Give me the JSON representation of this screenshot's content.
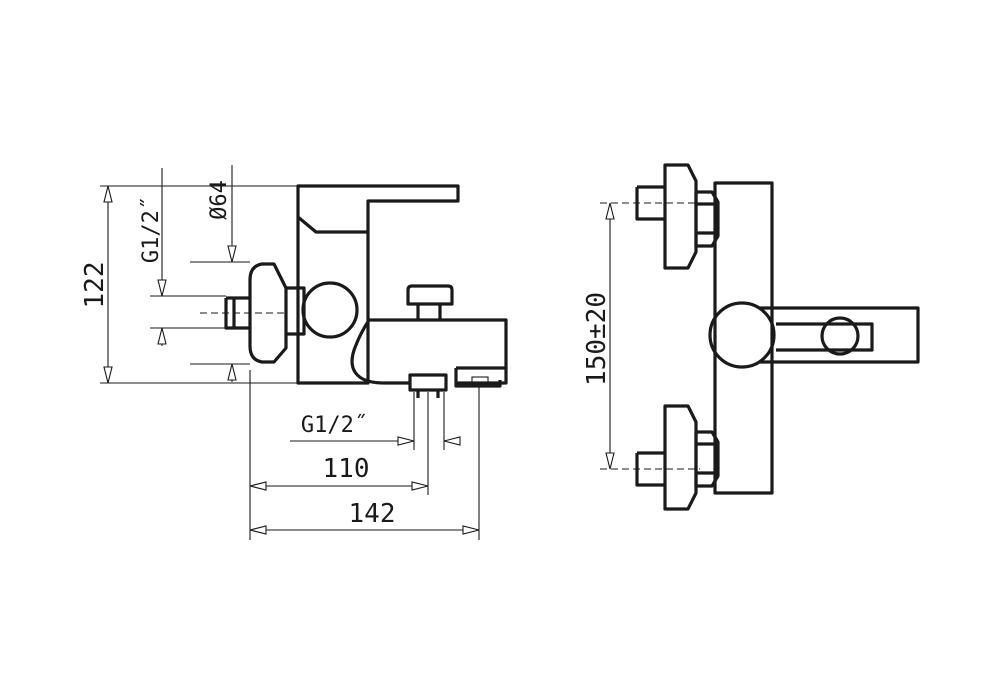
{
  "side_view": {
    "dim_overall_height": "122",
    "dim_inlet_thread": "G1/2˝",
    "dim_handle_diameter": "Ø64",
    "dim_outlet_thread": "G1/2˝",
    "dim_outlet_offset": "110",
    "dim_overall_depth": "142"
  },
  "front_view": {
    "dim_inlet_spacing": "150±20"
  }
}
